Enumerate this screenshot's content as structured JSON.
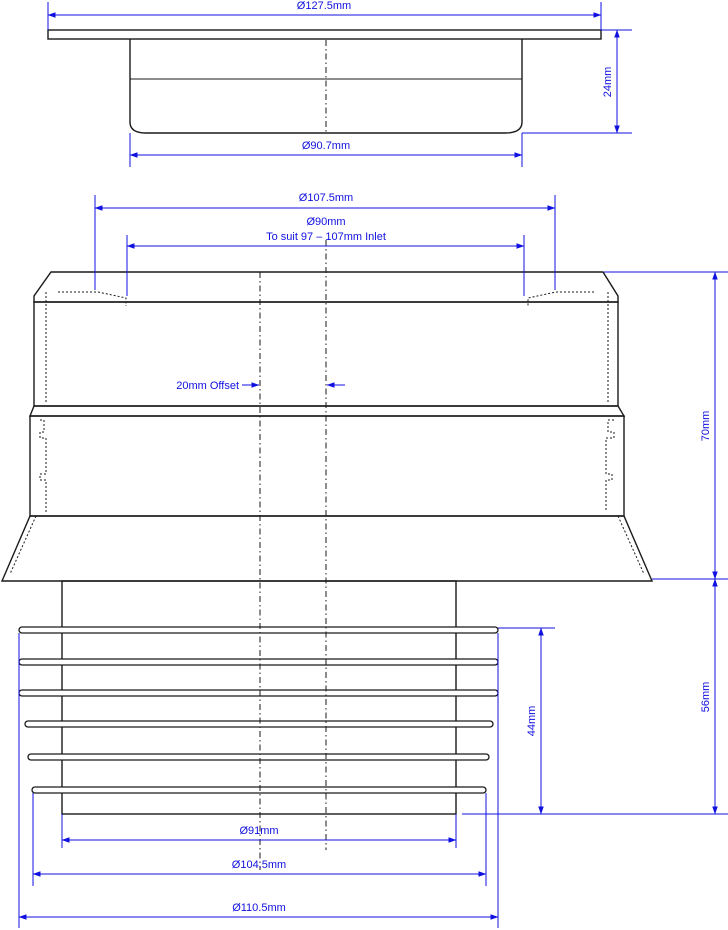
{
  "colors": {
    "dimension": "#1010e0",
    "outline": "#1a1a1a"
  },
  "labels": {
    "flange_diameter": "Ø127.5mm",
    "flange_height": "24mm",
    "spigot_diameter": "Ø90.7mm",
    "socket_outer": "Ø107.5mm",
    "socket_inner": "Ø90mm",
    "socket_note": "To suit 97 – 107mm Inlet",
    "offset": "20mm Offset",
    "body_height": "70mm",
    "tail_height": "56mm",
    "seal_height": "44mm",
    "tail_diameter": "Ø91mm",
    "seal_inner_diameter": "Ø104.5mm",
    "seal_outer_diameter": "Ø110.5mm"
  }
}
